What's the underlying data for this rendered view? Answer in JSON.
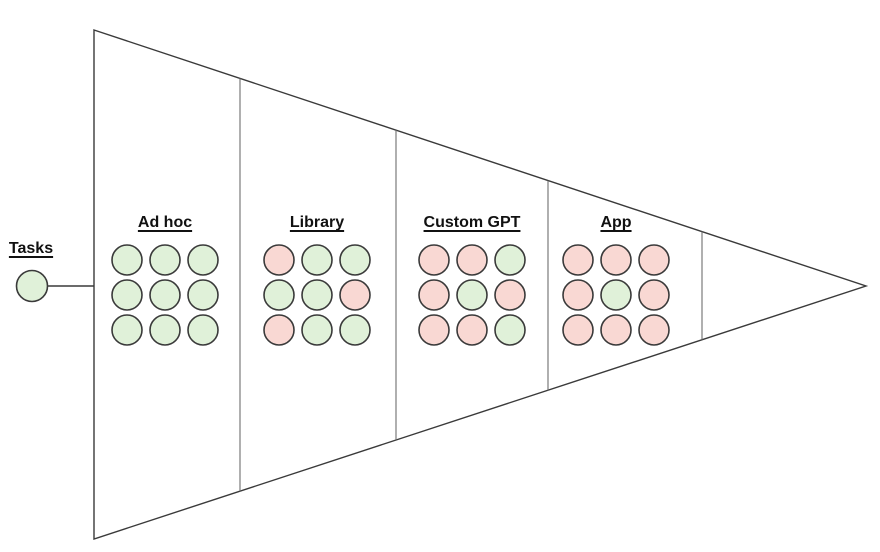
{
  "tasks": {
    "label": "Tasks"
  },
  "colors": {
    "pass": "#e0f1d9",
    "fail": "#f9d8d3",
    "outline": "#3a3a3a",
    "divider": "#6e6e6e",
    "text": "#111111",
    "background": "#ffffff"
  },
  "funnel": {
    "stages_flow": "Tasks -> Ad hoc -> Library -> Custom GPT -> App",
    "sections": [
      {
        "label": "Ad hoc",
        "grid": [
          "pass",
          "pass",
          "pass",
          "pass",
          "pass",
          "pass",
          "pass",
          "pass",
          "pass"
        ]
      },
      {
        "label": "Library",
        "grid": [
          "fail",
          "pass",
          "pass",
          "pass",
          "pass",
          "fail",
          "fail",
          "pass",
          "pass"
        ]
      },
      {
        "label": "Custom GPT",
        "grid": [
          "fail",
          "fail",
          "pass",
          "fail",
          "pass",
          "fail",
          "fail",
          "fail",
          "pass"
        ]
      },
      {
        "label": "App",
        "grid": [
          "fail",
          "fail",
          "fail",
          "fail",
          "pass",
          "fail",
          "fail",
          "fail",
          "fail"
        ]
      }
    ]
  }
}
